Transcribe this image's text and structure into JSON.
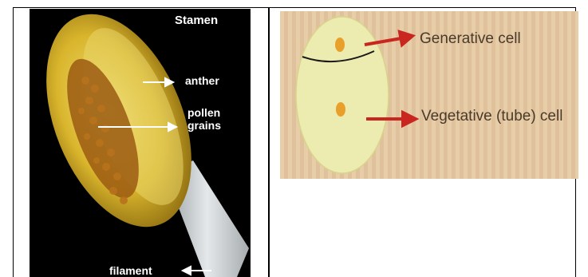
{
  "stamen_photo": {
    "title": "Stamen",
    "labels": {
      "anther": "anther",
      "pollen_line1": "pollen",
      "pollen_line2": "grains",
      "filament": "filament"
    }
  },
  "pollen_photo": {
    "labels": {
      "generative": "Generative cell",
      "vegetative": "Vegetative  (tube) cell"
    },
    "colors": {
      "arrow": "#c8261f",
      "grain": "#ecebb0",
      "nucleus": "#e9a02a"
    }
  }
}
